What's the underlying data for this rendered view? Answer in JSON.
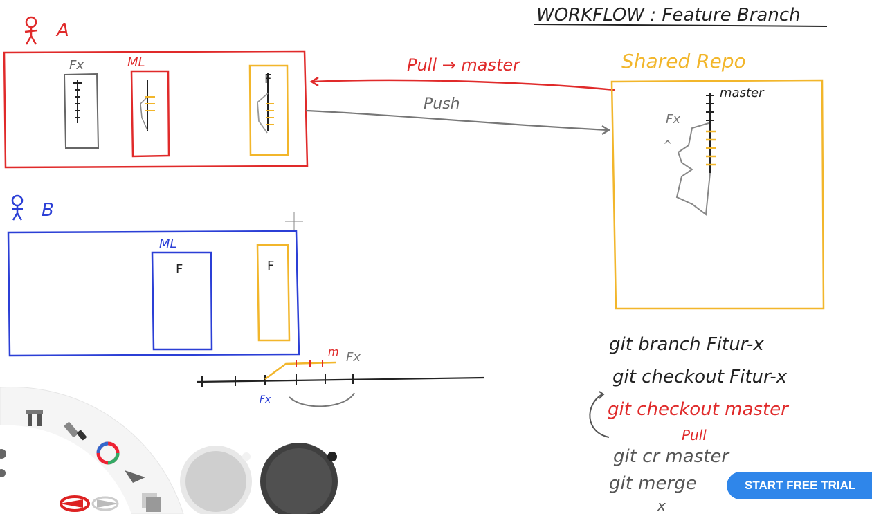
{
  "workflow_title": "WORKFLOW : Feature Branch",
  "users": {
    "a": {
      "label": "A",
      "color": "#e02a2a"
    },
    "b": {
      "label": "B",
      "color": "#2b3fd6"
    }
  },
  "repo_labels": {
    "fx_a": "Fx",
    "ml_a": "ML",
    "ml_b": "ML",
    "feature_marker": "F"
  },
  "shared_repo": {
    "title": "Shared Repo",
    "master_label": "master",
    "fx_label": "Fx",
    "color": "#f2b62b"
  },
  "arrows": {
    "pull_label": "Pull → master",
    "push_label": "Push"
  },
  "timeline": {
    "m_label": "m",
    "fx_label_top": "Fx",
    "fx_label_bottom": "Fx"
  },
  "commands": [
    {
      "text": "git branch Fitur-x",
      "color": "#222222"
    },
    {
      "text": "git checkout Fitur-x",
      "color": "#222222"
    },
    {
      "text": "git checkout master",
      "color": "#e02a2a"
    },
    {
      "text": "Pull",
      "color": "#e02a2a"
    },
    {
      "text": "git cr master",
      "color": "#555555"
    },
    {
      "text": "git merge",
      "color": "#555555"
    },
    {
      "text": "x",
      "color": "#555555"
    }
  ],
  "cta": {
    "label": "START FREE TRIAL",
    "color": "#2f86ea"
  },
  "toolbar": {
    "tools": [
      "settings-tool",
      "brush-tool",
      "color-wheel",
      "select-tool",
      "undo",
      "redo",
      "layers"
    ],
    "swatch_light": "#c8c8c8",
    "swatch_dark": "#4a4a4a"
  }
}
